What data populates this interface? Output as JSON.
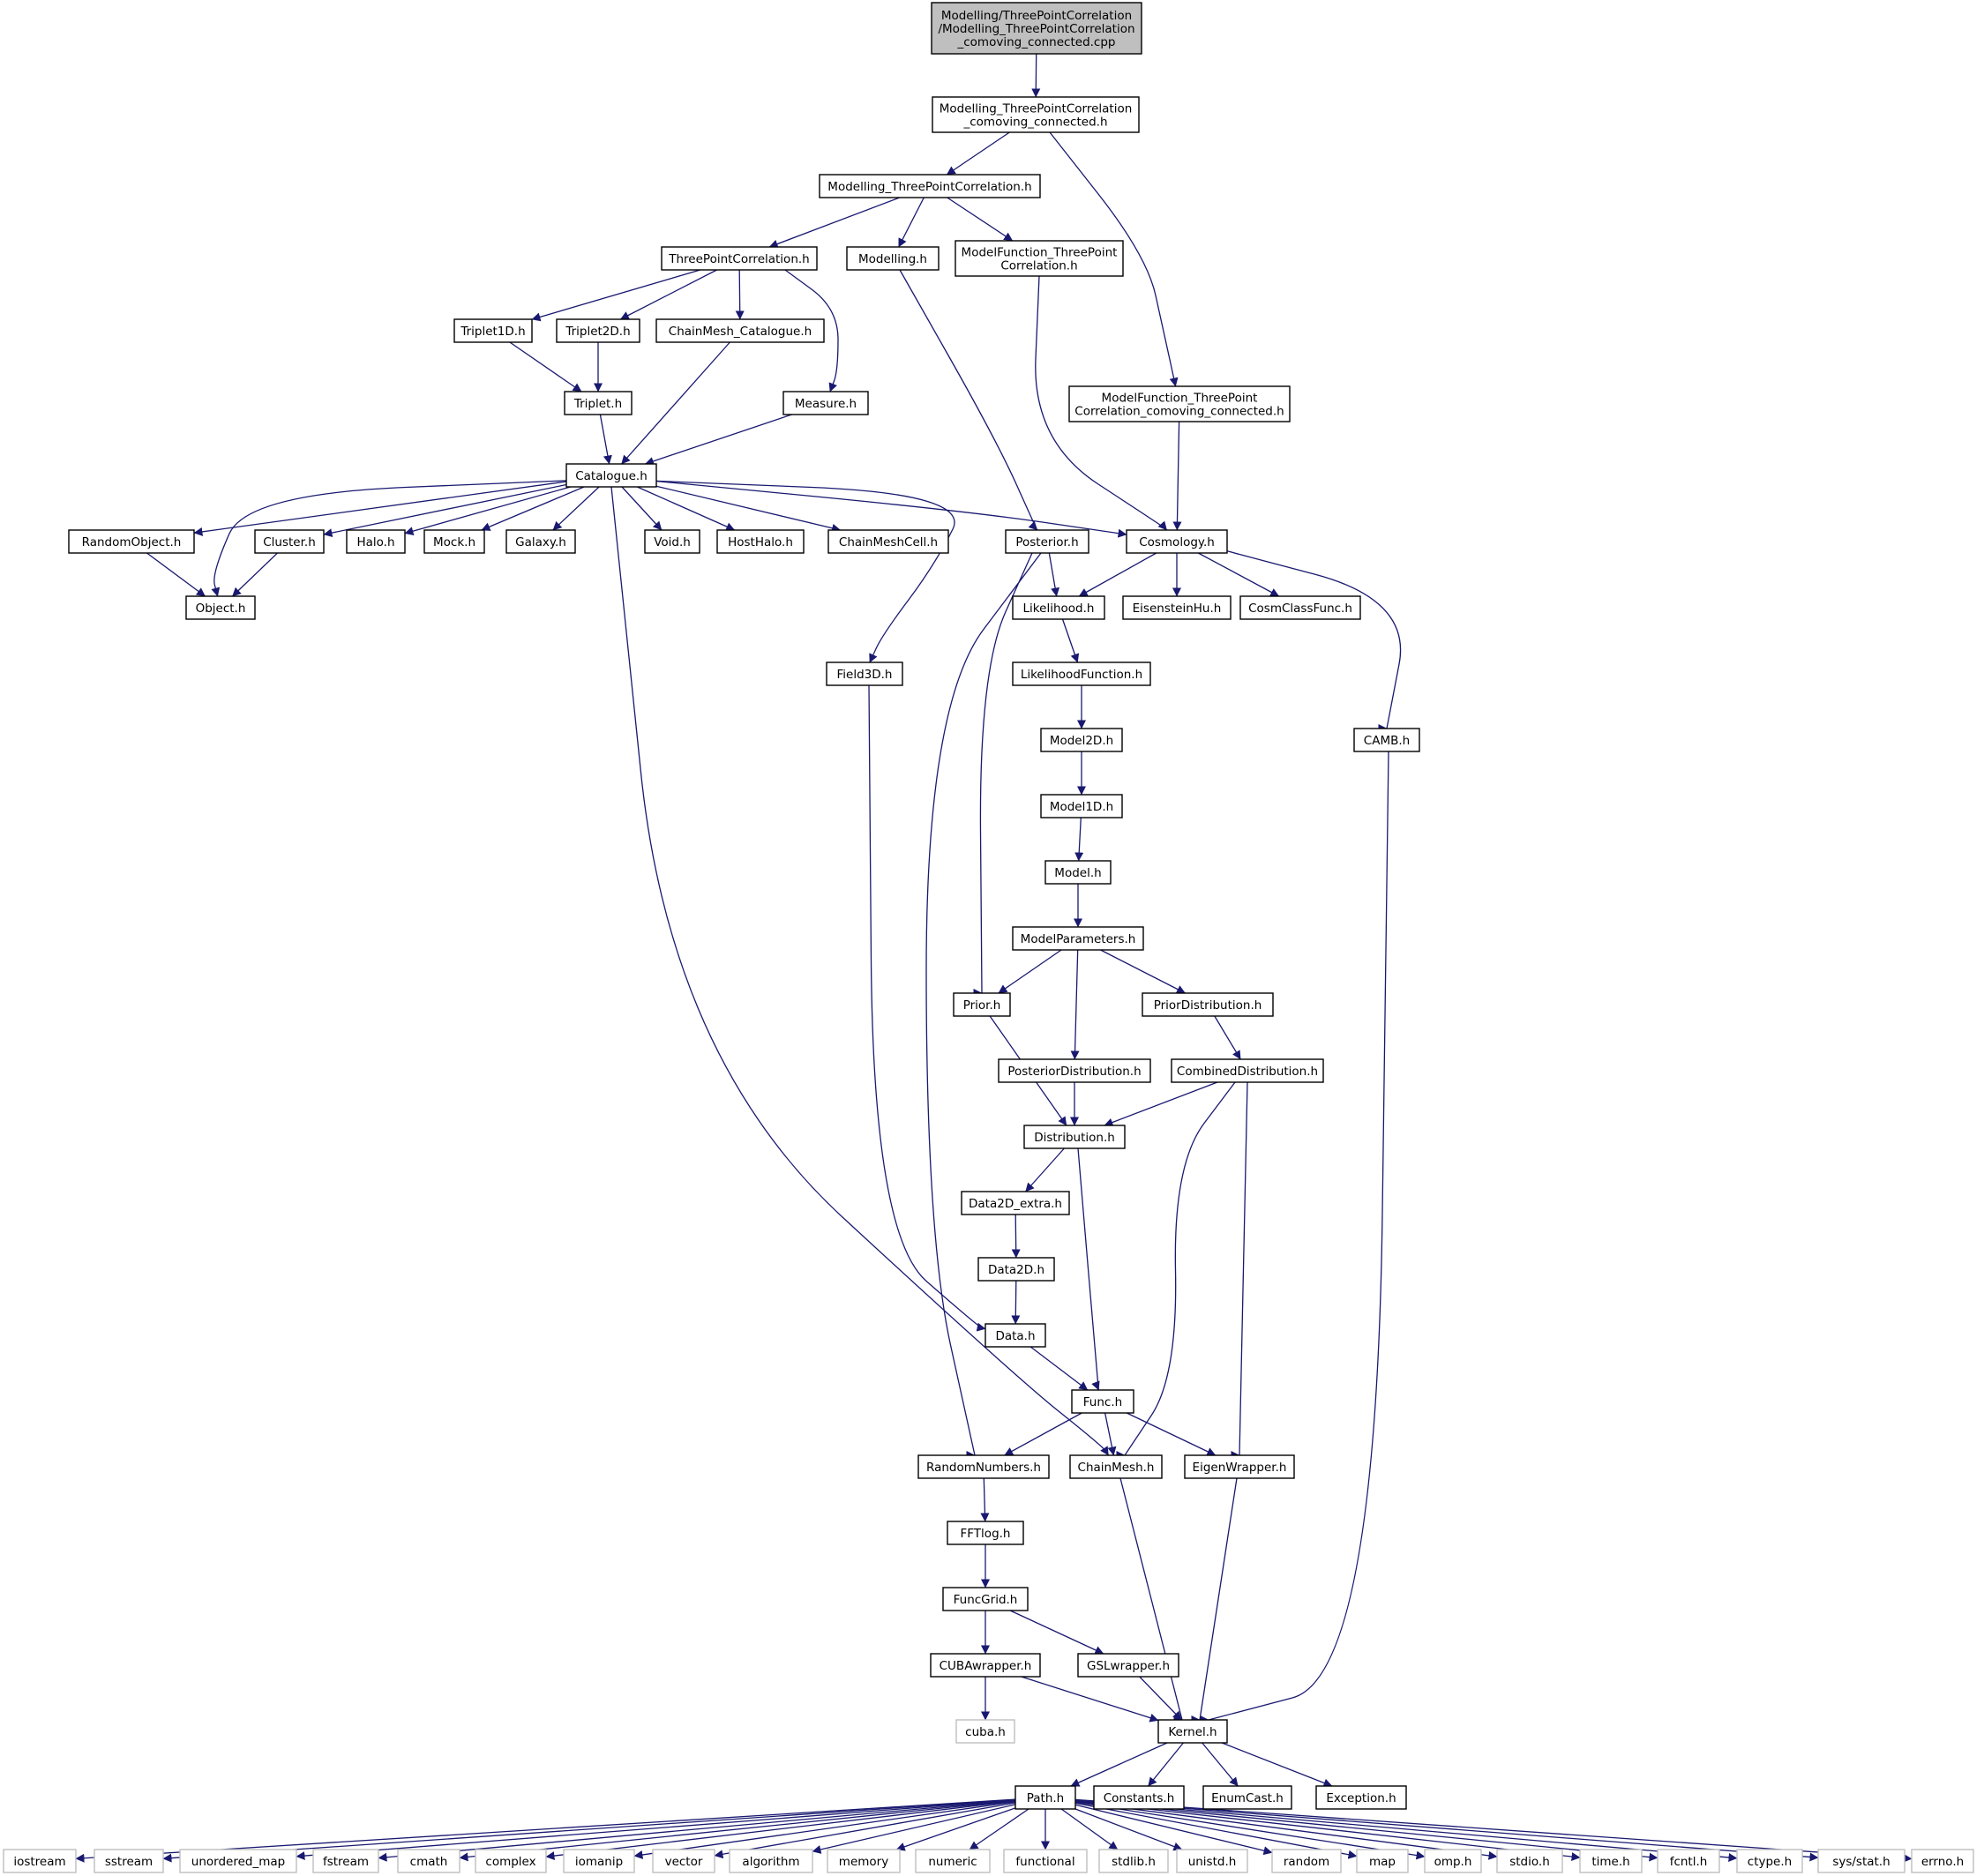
{
  "diagram": {
    "colors": {
      "edge": "#191970",
      "node_border": "#000000",
      "root_fill": "#bfbfbf",
      "external_border": "#bfbfbf"
    },
    "nodes": [
      {
        "id": "root",
        "lines": [
          "Modelling/ThreePointCorrelation",
          "/Modelling_ThreePointCorrelation",
          "_comoving_connected.cpp"
        ],
        "kind": "root"
      },
      {
        "id": "mtpc_cc_h",
        "lines": [
          "Modelling_ThreePointCorrelation",
          "_comoving_connected.h"
        ],
        "kind": "file"
      },
      {
        "id": "mtpc_h",
        "lines": [
          "Modelling_ThreePointCorrelation.h"
        ],
        "kind": "file"
      },
      {
        "id": "tpc_h",
        "lines": [
          "ThreePointCorrelation.h"
        ],
        "kind": "file"
      },
      {
        "id": "modelling_h",
        "lines": [
          "Modelling.h"
        ],
        "kind": "file"
      },
      {
        "id": "mftpc_h",
        "lines": [
          "ModelFunction_ThreePoint",
          "Correlation.h"
        ],
        "kind": "file"
      },
      {
        "id": "mftpc_cc_h",
        "lines": [
          "ModelFunction_ThreePoint",
          "Correlation_comoving_connected.h"
        ],
        "kind": "file"
      },
      {
        "id": "triplet1d_h",
        "lines": [
          "Triplet1D.h"
        ],
        "kind": "file"
      },
      {
        "id": "triplet2d_h",
        "lines": [
          "Triplet2D.h"
        ],
        "kind": "file"
      },
      {
        "id": "chainmesh_cat_h",
        "lines": [
          "ChainMesh_Catalogue.h"
        ],
        "kind": "file"
      },
      {
        "id": "triplet_h",
        "lines": [
          "Triplet.h"
        ],
        "kind": "file"
      },
      {
        "id": "measure_h",
        "lines": [
          "Measure.h"
        ],
        "kind": "file"
      },
      {
        "id": "catalogue_h",
        "lines": [
          "Catalogue.h"
        ],
        "kind": "file"
      },
      {
        "id": "randomobject_h",
        "lines": [
          "RandomObject.h"
        ],
        "kind": "file"
      },
      {
        "id": "cluster_h",
        "lines": [
          "Cluster.h"
        ],
        "kind": "file"
      },
      {
        "id": "halo_h",
        "lines": [
          "Halo.h"
        ],
        "kind": "file"
      },
      {
        "id": "mock_h",
        "lines": [
          "Mock.h"
        ],
        "kind": "file"
      },
      {
        "id": "galaxy_h",
        "lines": [
          "Galaxy.h"
        ],
        "kind": "file"
      },
      {
        "id": "void_h",
        "lines": [
          "Void.h"
        ],
        "kind": "file"
      },
      {
        "id": "hosthalo_h",
        "lines": [
          "HostHalo.h"
        ],
        "kind": "file"
      },
      {
        "id": "chainmeshcell_h",
        "lines": [
          "ChainMeshCell.h"
        ],
        "kind": "file"
      },
      {
        "id": "posterior_h",
        "lines": [
          "Posterior.h"
        ],
        "kind": "file"
      },
      {
        "id": "cosmology_h",
        "lines": [
          "Cosmology.h"
        ],
        "kind": "file"
      },
      {
        "id": "object_h",
        "lines": [
          "Object.h"
        ],
        "kind": "file"
      },
      {
        "id": "likelihood_h",
        "lines": [
          "Likelihood.h"
        ],
        "kind": "file"
      },
      {
        "id": "eisensteinhu_h",
        "lines": [
          "EisensteinHu.h"
        ],
        "kind": "file"
      },
      {
        "id": "cosmclassfunc_h",
        "lines": [
          "CosmClassFunc.h"
        ],
        "kind": "file"
      },
      {
        "id": "field3d_h",
        "lines": [
          "Field3D.h"
        ],
        "kind": "file"
      },
      {
        "id": "likelihoodfunction_h",
        "lines": [
          "LikelihoodFunction.h"
        ],
        "kind": "file"
      },
      {
        "id": "model2d_h",
        "lines": [
          "Model2D.h"
        ],
        "kind": "file"
      },
      {
        "id": "camb_h",
        "lines": [
          "CAMB.h"
        ],
        "kind": "file"
      },
      {
        "id": "model1d_h",
        "lines": [
          "Model1D.h"
        ],
        "kind": "file"
      },
      {
        "id": "model_h",
        "lines": [
          "Model.h"
        ],
        "kind": "file"
      },
      {
        "id": "modelparameters_h",
        "lines": [
          "ModelParameters.h"
        ],
        "kind": "file"
      },
      {
        "id": "prior_h",
        "lines": [
          "Prior.h"
        ],
        "kind": "file"
      },
      {
        "id": "priordistribution_h",
        "lines": [
          "PriorDistribution.h"
        ],
        "kind": "file"
      },
      {
        "id": "posteriordistribution_h",
        "lines": [
          "PosteriorDistribution.h"
        ],
        "kind": "file"
      },
      {
        "id": "combineddistribution_h",
        "lines": [
          "CombinedDistribution.h"
        ],
        "kind": "file"
      },
      {
        "id": "distribution_h",
        "lines": [
          "Distribution.h"
        ],
        "kind": "file"
      },
      {
        "id": "data2d_extra_h",
        "lines": [
          "Data2D_extra.h"
        ],
        "kind": "file"
      },
      {
        "id": "data2d_h",
        "lines": [
          "Data2D.h"
        ],
        "kind": "file"
      },
      {
        "id": "data_h",
        "lines": [
          "Data.h"
        ],
        "kind": "file"
      },
      {
        "id": "func_h",
        "lines": [
          "Func.h"
        ],
        "kind": "file"
      },
      {
        "id": "randomnumbers_h",
        "lines": [
          "RandomNumbers.h"
        ],
        "kind": "file"
      },
      {
        "id": "chainmesh_h",
        "lines": [
          "ChainMesh.h"
        ],
        "kind": "file"
      },
      {
        "id": "eigenwrapper_h",
        "lines": [
          "EigenWrapper.h"
        ],
        "kind": "file"
      },
      {
        "id": "fftlog_h",
        "lines": [
          "FFTlog.h"
        ],
        "kind": "file"
      },
      {
        "id": "funcgrid_h",
        "lines": [
          "FuncGrid.h"
        ],
        "kind": "file"
      },
      {
        "id": "cubawrapper_h",
        "lines": [
          "CUBAwrapper.h"
        ],
        "kind": "file"
      },
      {
        "id": "gslwrapper_h",
        "lines": [
          "GSLwrapper.h"
        ],
        "kind": "file"
      },
      {
        "id": "cuba_h",
        "lines": [
          "cuba.h"
        ],
        "kind": "external"
      },
      {
        "id": "kernel_h",
        "lines": [
          "Kernel.h"
        ],
        "kind": "file"
      },
      {
        "id": "path_h",
        "lines": [
          "Path.h"
        ],
        "kind": "file"
      },
      {
        "id": "constants_h",
        "lines": [
          "Constants.h"
        ],
        "kind": "file"
      },
      {
        "id": "enumcast_h",
        "lines": [
          "EnumCast.h"
        ],
        "kind": "file"
      },
      {
        "id": "exception_h",
        "lines": [
          "Exception.h"
        ],
        "kind": "file"
      },
      {
        "id": "iostream",
        "lines": [
          "iostream"
        ],
        "kind": "external"
      },
      {
        "id": "sstream",
        "lines": [
          "sstream"
        ],
        "kind": "external"
      },
      {
        "id": "unordered_map",
        "lines": [
          "unordered_map"
        ],
        "kind": "external"
      },
      {
        "id": "fstream",
        "lines": [
          "fstream"
        ],
        "kind": "external"
      },
      {
        "id": "cmath",
        "lines": [
          "cmath"
        ],
        "kind": "external"
      },
      {
        "id": "complex",
        "lines": [
          "complex"
        ],
        "kind": "external"
      },
      {
        "id": "iomanip",
        "lines": [
          "iomanip"
        ],
        "kind": "external"
      },
      {
        "id": "vector",
        "lines": [
          "vector"
        ],
        "kind": "external"
      },
      {
        "id": "algorithm",
        "lines": [
          "algorithm"
        ],
        "kind": "external"
      },
      {
        "id": "memory",
        "lines": [
          "memory"
        ],
        "kind": "external"
      },
      {
        "id": "numeric",
        "lines": [
          "numeric"
        ],
        "kind": "external"
      },
      {
        "id": "functional",
        "lines": [
          "functional"
        ],
        "kind": "external"
      },
      {
        "id": "stdlib_h",
        "lines": [
          "stdlib.h"
        ],
        "kind": "external"
      },
      {
        "id": "unistd_h",
        "lines": [
          "unistd.h"
        ],
        "kind": "external"
      },
      {
        "id": "random",
        "lines": [
          "random"
        ],
        "kind": "external"
      },
      {
        "id": "map",
        "lines": [
          "map"
        ],
        "kind": "external"
      },
      {
        "id": "omp_h",
        "lines": [
          "omp.h"
        ],
        "kind": "external"
      },
      {
        "id": "stdio_h",
        "lines": [
          "stdio.h"
        ],
        "kind": "external"
      },
      {
        "id": "time_h",
        "lines": [
          "time.h"
        ],
        "kind": "external"
      },
      {
        "id": "fcntl_h",
        "lines": [
          "fcntl.h"
        ],
        "kind": "external"
      },
      {
        "id": "ctype_h",
        "lines": [
          "ctype.h"
        ],
        "kind": "external"
      },
      {
        "id": "sys_stat_h",
        "lines": [
          "sys/stat.h"
        ],
        "kind": "external"
      },
      {
        "id": "errno_h",
        "lines": [
          "errno.h"
        ],
        "kind": "external"
      }
    ],
    "edges": [
      [
        "root",
        "mtpc_cc_h"
      ],
      [
        "mtpc_cc_h",
        "mtpc_h"
      ],
      [
        "mtpc_cc_h",
        "mftpc_cc_h"
      ],
      [
        "mtpc_h",
        "tpc_h"
      ],
      [
        "mtpc_h",
        "modelling_h"
      ],
      [
        "mtpc_h",
        "mftpc_h"
      ],
      [
        "tpc_h",
        "triplet1d_h"
      ],
      [
        "tpc_h",
        "triplet2d_h"
      ],
      [
        "tpc_h",
        "chainmesh_cat_h"
      ],
      [
        "tpc_h",
        "measure_h"
      ],
      [
        "triplet1d_h",
        "triplet_h"
      ],
      [
        "triplet2d_h",
        "triplet_h"
      ],
      [
        "triplet_h",
        "catalogue_h"
      ],
      [
        "chainmesh_cat_h",
        "catalogue_h"
      ],
      [
        "measure_h",
        "catalogue_h"
      ],
      [
        "catalogue_h",
        "randomobject_h"
      ],
      [
        "catalogue_h",
        "object_h"
      ],
      [
        "catalogue_h",
        "cluster_h"
      ],
      [
        "catalogue_h",
        "halo_h"
      ],
      [
        "catalogue_h",
        "mock_h"
      ],
      [
        "catalogue_h",
        "galaxy_h"
      ],
      [
        "catalogue_h",
        "void_h"
      ],
      [
        "catalogue_h",
        "hosthalo_h"
      ],
      [
        "catalogue_h",
        "chainmeshcell_h"
      ],
      [
        "catalogue_h",
        "cosmology_h"
      ],
      [
        "catalogue_h",
        "field3d_h"
      ],
      [
        "catalogue_h",
        "chainmesh_h"
      ],
      [
        "randomobject_h",
        "object_h"
      ],
      [
        "cluster_h",
        "object_h"
      ],
      [
        "modelling_h",
        "posterior_h"
      ],
      [
        "mftpc_h",
        "cosmology_h"
      ],
      [
        "mftpc_cc_h",
        "cosmology_h"
      ],
      [
        "cosmology_h",
        "likelihood_h"
      ],
      [
        "cosmology_h",
        "eisensteinhu_h"
      ],
      [
        "cosmology_h",
        "cosmclassfunc_h"
      ],
      [
        "cosmology_h",
        "camb_h"
      ],
      [
        "posterior_h",
        "likelihood_h"
      ],
      [
        "posterior_h",
        "prior_h"
      ],
      [
        "posterior_h",
        "randomnumbers_h"
      ],
      [
        "likelihood_h",
        "likelihoodfunction_h"
      ],
      [
        "likelihoodfunction_h",
        "model2d_h"
      ],
      [
        "model2d_h",
        "model1d_h"
      ],
      [
        "model1d_h",
        "model_h"
      ],
      [
        "model_h",
        "modelparameters_h"
      ],
      [
        "modelparameters_h",
        "prior_h"
      ],
      [
        "modelparameters_h",
        "posteriordistribution_h"
      ],
      [
        "modelparameters_h",
        "priordistribution_h"
      ],
      [
        "priordistribution_h",
        "combineddistribution_h"
      ],
      [
        "prior_h",
        "distribution_h"
      ],
      [
        "posteriordistribution_h",
        "distribution_h"
      ],
      [
        "combineddistribution_h",
        "distribution_h"
      ],
      [
        "combineddistribution_h",
        "chainmesh_h"
      ],
      [
        "combineddistribution_h",
        "eigenwrapper_h"
      ],
      [
        "distribution_h",
        "data2d_extra_h"
      ],
      [
        "distribution_h",
        "func_h"
      ],
      [
        "data2d_extra_h",
        "data2d_h"
      ],
      [
        "data2d_h",
        "data_h"
      ],
      [
        "field3d_h",
        "data_h"
      ],
      [
        "data_h",
        "func_h"
      ],
      [
        "func_h",
        "randomnumbers_h"
      ],
      [
        "func_h",
        "chainmesh_h"
      ],
      [
        "func_h",
        "eigenwrapper_h"
      ],
      [
        "randomnumbers_h",
        "fftlog_h"
      ],
      [
        "fftlog_h",
        "funcgrid_h"
      ],
      [
        "funcgrid_h",
        "cubawrapper_h"
      ],
      [
        "funcgrid_h",
        "gslwrapper_h"
      ],
      [
        "cubawrapper_h",
        "cuba_h"
      ],
      [
        "cubawrapper_h",
        "kernel_h"
      ],
      [
        "gslwrapper_h",
        "kernel_h"
      ],
      [
        "chainmesh_h",
        "kernel_h"
      ],
      [
        "eigenwrapper_h",
        "kernel_h"
      ],
      [
        "camb_h",
        "kernel_h"
      ],
      [
        "kernel_h",
        "path_h"
      ],
      [
        "kernel_h",
        "constants_h"
      ],
      [
        "kernel_h",
        "enumcast_h"
      ],
      [
        "kernel_h",
        "exception_h"
      ],
      [
        "path_h",
        "iostream"
      ],
      [
        "path_h",
        "sstream"
      ],
      [
        "path_h",
        "unordered_map"
      ],
      [
        "path_h",
        "fstream"
      ],
      [
        "path_h",
        "cmath"
      ],
      [
        "path_h",
        "complex"
      ],
      [
        "path_h",
        "iomanip"
      ],
      [
        "path_h",
        "vector"
      ],
      [
        "path_h",
        "algorithm"
      ],
      [
        "path_h",
        "memory"
      ],
      [
        "path_h",
        "numeric"
      ],
      [
        "path_h",
        "functional"
      ],
      [
        "path_h",
        "stdlib_h"
      ],
      [
        "path_h",
        "unistd_h"
      ],
      [
        "path_h",
        "random"
      ],
      [
        "path_h",
        "map"
      ],
      [
        "path_h",
        "omp_h"
      ],
      [
        "path_h",
        "stdio_h"
      ],
      [
        "path_h",
        "time_h"
      ],
      [
        "path_h",
        "fcntl_h"
      ],
      [
        "path_h",
        "ctype_h"
      ],
      [
        "path_h",
        "sys_stat_h"
      ],
      [
        "path_h",
        "errno_h"
      ]
    ]
  }
}
